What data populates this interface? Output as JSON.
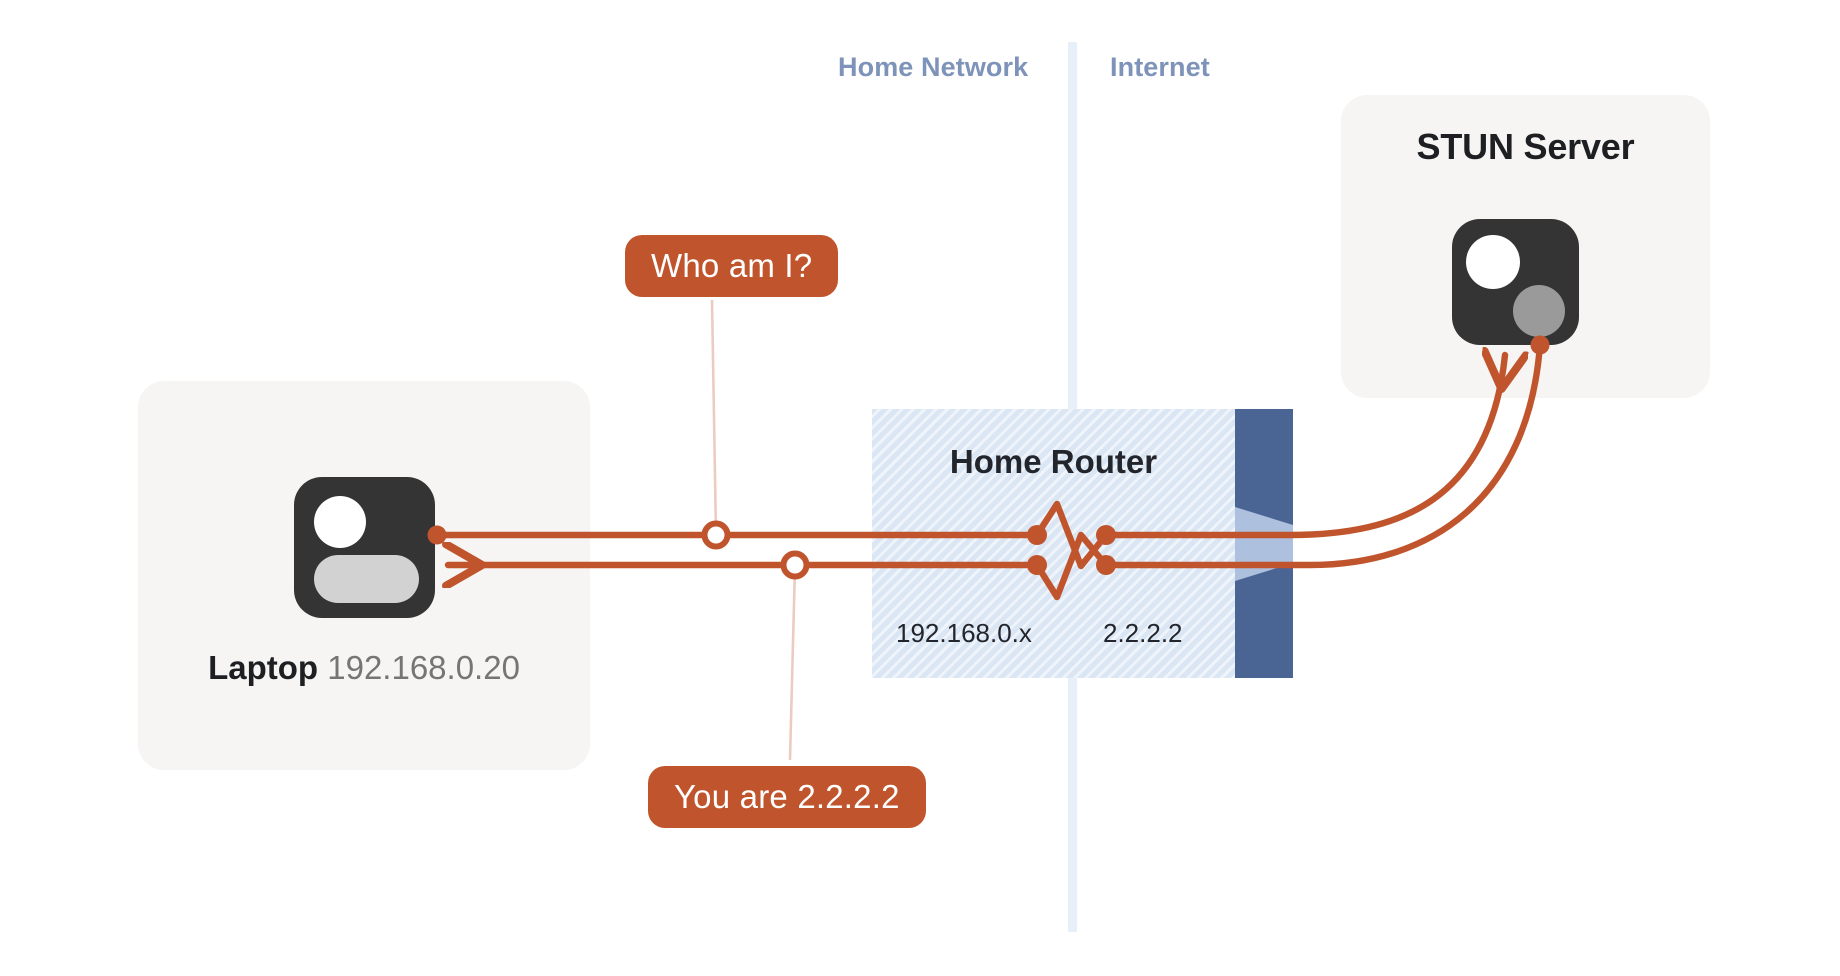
{
  "diagram": {
    "title": "STUN server public IP discovery through a home NAT router",
    "accent_color": "#c0552d",
    "zone_divider_color": "#e7eff8",
    "router_fill_color": "#dbe6f4",
    "router_panel_color": "#4a6494",
    "card_background": "#f6f5f3",
    "device_glyph_color": "#343434"
  },
  "zones": {
    "left_label": "Home Network",
    "right_label": "Internet"
  },
  "laptop": {
    "name": "Laptop",
    "ip": "192.168.0.20",
    "icon": "laptop-device-icon"
  },
  "router": {
    "title": "Home Router",
    "lan_ip": "192.168.0.x",
    "wan_ip": "2.2.2.2",
    "icon": "nat-translation-zigzag-icon"
  },
  "stun_server": {
    "title": "STUN Server",
    "icon": "server-device-icon"
  },
  "bubbles": [
    {
      "id": "request",
      "text": "Who am I?"
    },
    {
      "id": "response",
      "text": "You are 2.2.2.2"
    }
  ]
}
